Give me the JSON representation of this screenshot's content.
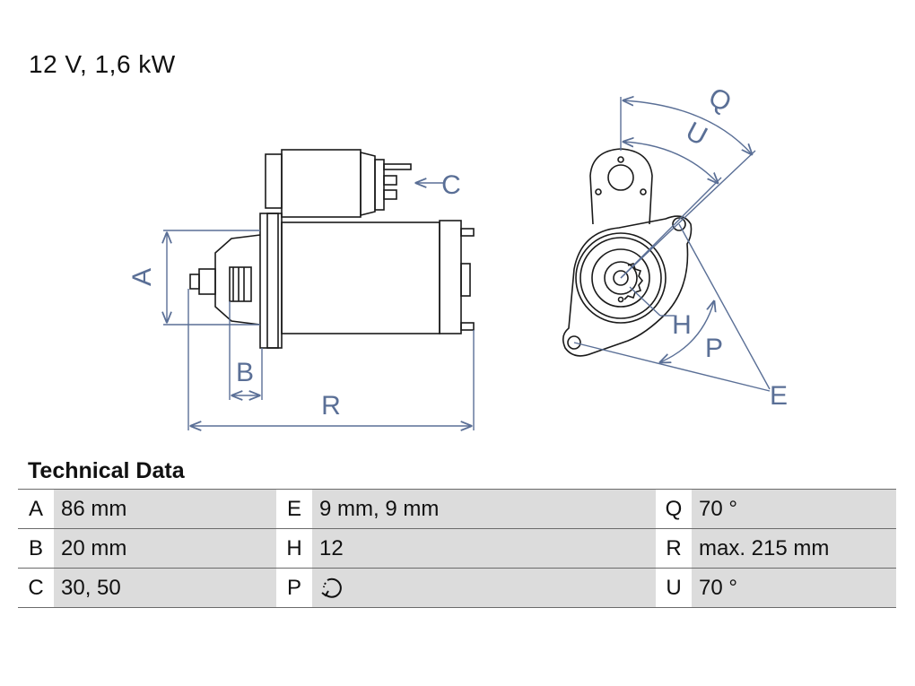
{
  "headline": "12 V, 1,6 kW",
  "diagram": {
    "labels": {
      "A": "A",
      "B": "B",
      "C": "C",
      "R": "R",
      "Q": "Q",
      "U": "U",
      "H": "H",
      "P": "P",
      "E": "E"
    },
    "line_color": "#1a1a1a",
    "dimension_color": "#5a6f96"
  },
  "technical_data": {
    "title": "Technical Data",
    "rows": [
      [
        {
          "key": "A",
          "value": "86 mm"
        },
        {
          "key": "E",
          "value": "9 mm, 9 mm"
        },
        {
          "key": "Q",
          "value": "70 °"
        }
      ],
      [
        {
          "key": "B",
          "value": "20 mm"
        },
        {
          "key": "H",
          "value": "12"
        },
        {
          "key": "R",
          "value": "max. 215 mm"
        }
      ],
      [
        {
          "key": "C",
          "value": "30, 50"
        },
        {
          "key": "P",
          "value": "",
          "icon": "rotation-clockwise-icon"
        },
        {
          "key": "U",
          "value": "70 °"
        }
      ]
    ],
    "cell_bg": "#dcdcdc"
  }
}
